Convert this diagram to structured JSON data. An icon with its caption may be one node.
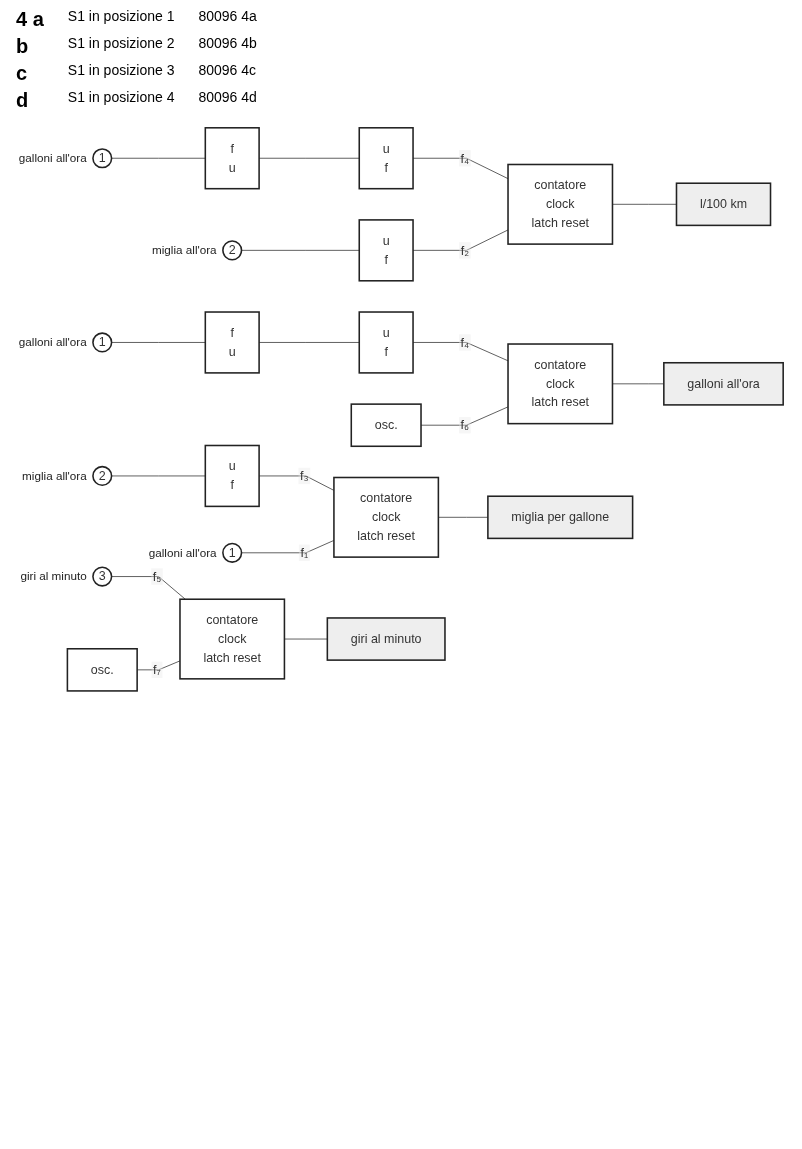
{
  "diagram": {
    "nodes": [
      {
        "text": [
          "1"
        ],
        "beside": [
          "galloni all'ora"
        ]
      },
      {
        "text": [
          "f",
          "u"
        ]
      },
      {
        "text": [
          "u",
          "f"
        ]
      },
      {
        "text": [
          "2"
        ],
        "beside": [
          "miglia all'ora"
        ]
      },
      {
        "text": [
          "u",
          "f"
        ]
      },
      {
        "text": [
          "contatore",
          "clock",
          "latch reset"
        ]
      },
      {
        "text": [
          "l/100 km"
        ]
      },
      {
        "text": [
          "1"
        ],
        "beside": [
          "galloni all'ora"
        ]
      },
      {
        "text": [
          "f",
          "u"
        ]
      },
      {
        "text": [
          "u",
          "f"
        ]
      },
      {
        "text": [
          "osc."
        ]
      },
      {
        "text": [
          "contatore",
          "clock",
          "latch reset"
        ]
      },
      {
        "text": [
          "galloni all'ora"
        ]
      },
      {
        "text": [
          "2"
        ],
        "beside": [
          "miglia all'ora"
        ]
      },
      {
        "text": [
          "u",
          "f"
        ]
      },
      {
        "text": [
          "1"
        ],
        "beside": [
          "galloni all'ora"
        ]
      },
      {
        "text": [
          "contatore",
          "clock",
          "latch reset"
        ]
      },
      {
        "text": [
          "miglia per gallone"
        ]
      },
      {
        "text": [
          "3"
        ],
        "beside": [
          "giri al minuto"
        ]
      },
      {
        "text": [
          "osc."
        ]
      },
      {
        "text": [
          "contatore",
          "clock",
          "latch reset"
        ]
      },
      {
        "text": [
          "giri al minuto"
        ]
      }
    ],
    "edges": [
      {
        "from": 0,
        "to": 1,
        "arrow": "none"
      },
      {
        "from": 1,
        "to": 2,
        "arrow": "none"
      },
      {
        "from": 2,
        "to": 5,
        "arrow": "none",
        "label": "f₄"
      },
      {
        "from": 3,
        "to": 4,
        "arrow": "none"
      },
      {
        "from": 4,
        "to": 5,
        "arrow": "none",
        "label": "f₂"
      },
      {
        "from": 5,
        "to": 6,
        "arrow": "none"
      },
      {
        "from": 7,
        "to": 8,
        "arrow": "none"
      },
      {
        "from": 8,
        "to": 9,
        "arrow": "none"
      },
      {
        "from": 9,
        "to": 11,
        "arrow": "none",
        "label": "f₄"
      },
      {
        "from": 10,
        "to": 11,
        "arrow": "none",
        "label": "f₆"
      },
      {
        "from": 11,
        "to": 12,
        "arrow": "none"
      },
      {
        "from": 13,
        "to": 14,
        "arrow": "none"
      },
      {
        "from": 14,
        "to": 16,
        "arrow": "none",
        "label": "f₃"
      },
      {
        "from": 15,
        "to": 16,
        "arrow": "none",
        "label": "f₁"
      },
      {
        "from": 16,
        "to": 17,
        "arrow": "none"
      },
      {
        "from": 18,
        "to": 20,
        "arrow": "none",
        "label": "f₅"
      },
      {
        "from": 19,
        "to": 20,
        "arrow": "none",
        "label": "f₇"
      },
      {
        "from": 20,
        "to": 21,
        "arrow": "none"
      }
    ],
    "labels": [
      "4 a",
      "S1 in posizione 1",
      "80096 4a",
      "b",
      "S1 in posizione 2",
      "80096 4b",
      "c",
      "S1 in posizione 3",
      "80096 4c",
      "d",
      "S1 in posizione 4",
      "80096 4d"
    ]
  }
}
